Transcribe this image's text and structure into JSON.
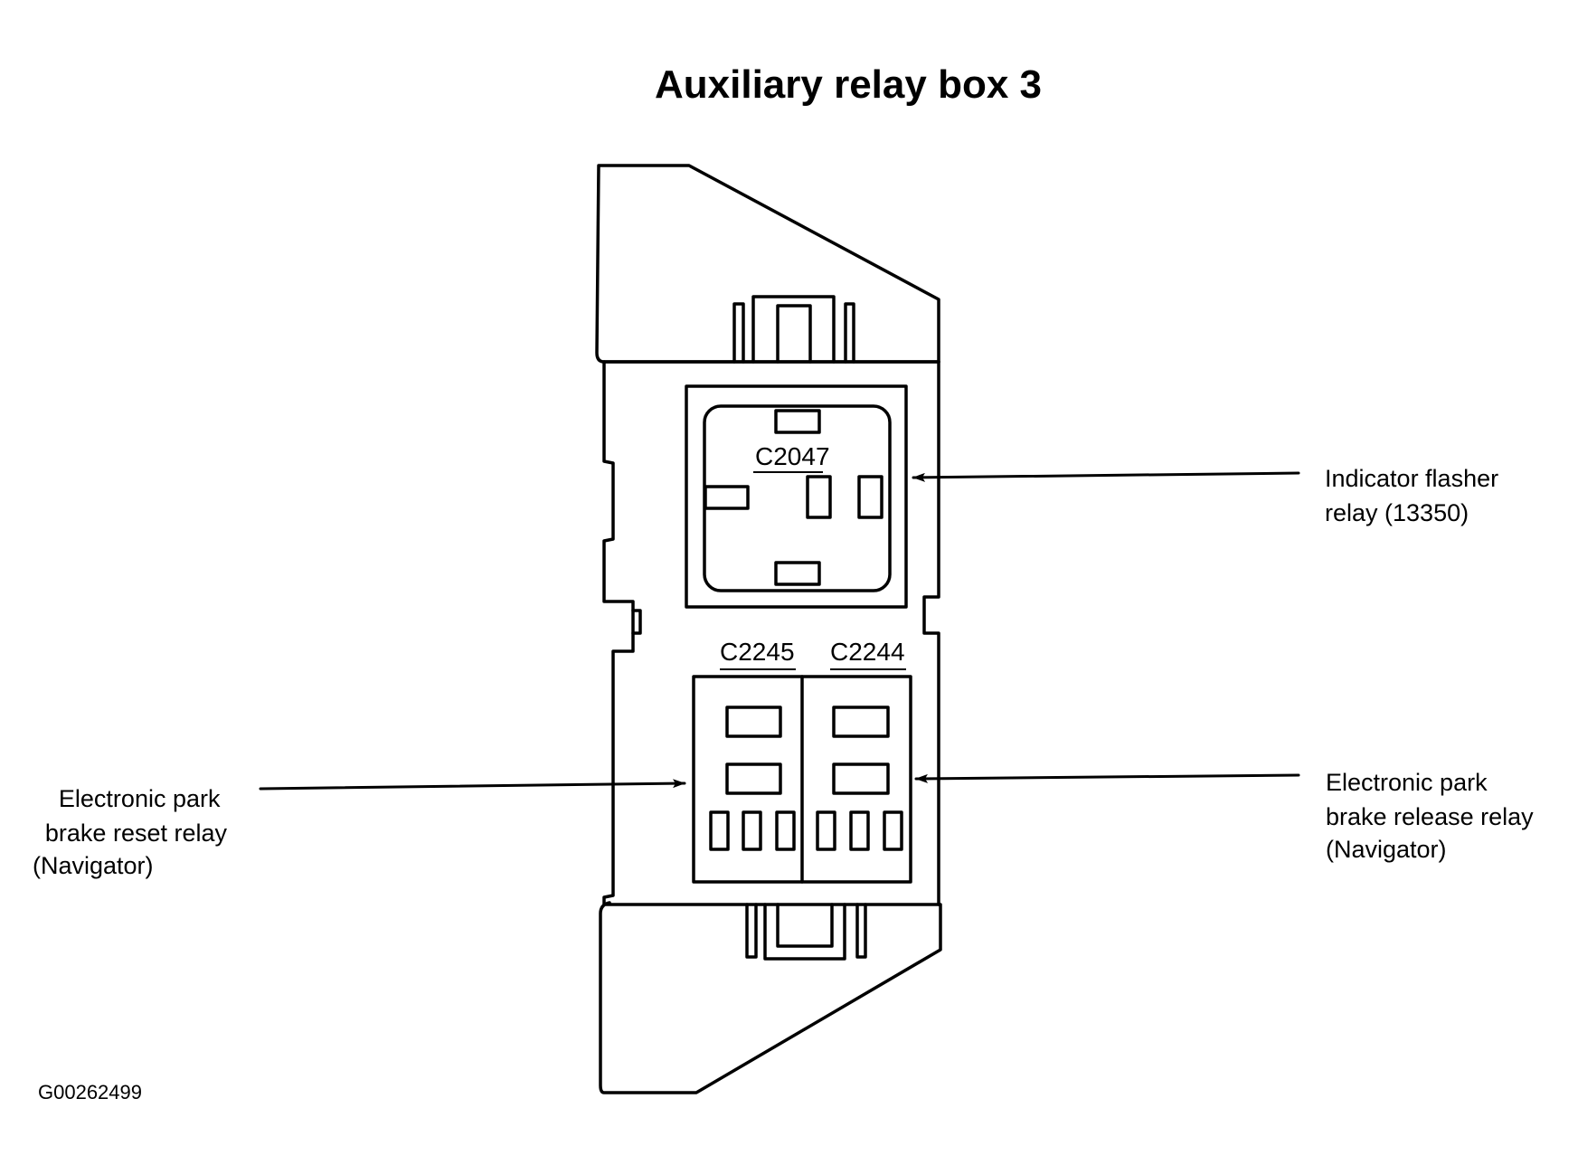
{
  "title": "Auxiliary relay box 3",
  "connectors": {
    "c2047": "C2047",
    "c2245": "C2245",
    "c2244": "C2244"
  },
  "callouts": {
    "indicator_flasher": [
      "Indicator flasher",
      "relay (13350)"
    ],
    "park_brake_reset": [
      "Electronic park",
      "brake reset relay",
      "(Navigator)"
    ],
    "park_brake_release": [
      "Electronic park",
      "brake release relay",
      "(Navigator)"
    ]
  },
  "figure_code": "G00262499",
  "colors": {
    "line": "#000000",
    "background": "#ffffff"
  }
}
